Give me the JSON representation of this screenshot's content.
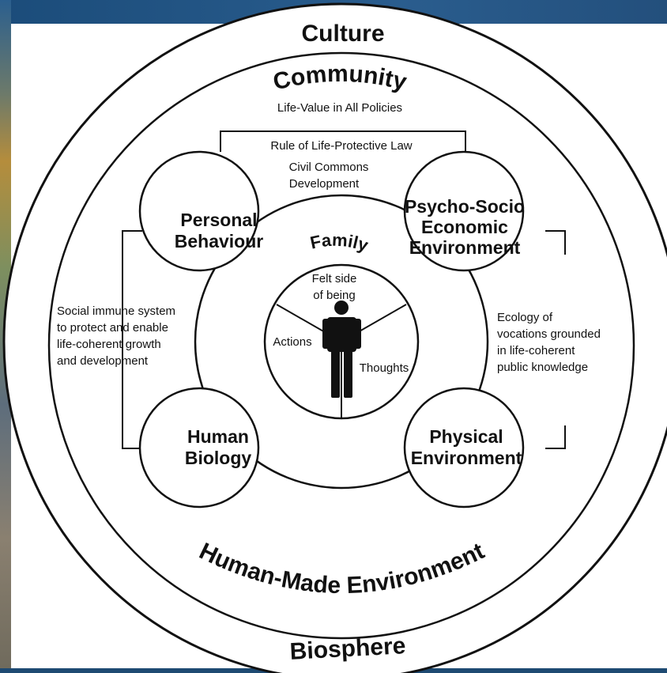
{
  "rings": {
    "culture": "Culture",
    "community": "Community",
    "community_subtitle": "Life-Value in All Policies",
    "human_made": "Human-Made Environment",
    "biosphere": "Biosphere",
    "family": "Family"
  },
  "circles": {
    "personal_line1": "Personal",
    "personal_line2": "Behaviour",
    "psycho_line1": "Psycho-Socio",
    "psycho_line2": "Economic",
    "psycho_line3": "Environment",
    "human_line1": "Human",
    "human_line2": "Biology",
    "physical_line1": "Physical",
    "physical_line2": "Environment"
  },
  "center": {
    "felt_line1": "Felt side",
    "felt_line2": "of being",
    "actions": "Actions",
    "thoughts": "Thoughts"
  },
  "annotations": {
    "rule_of_law": "Rule of Life-Protective Law",
    "civil_line1": "Civil Commons",
    "civil_line2": "Development",
    "social_line1": "Social immune system",
    "social_line2": "to protect and enable",
    "social_line3": "life-coherent growth",
    "social_line4": "and development",
    "ecology_line1": "Ecology of",
    "ecology_line2": "vocations grounded",
    "ecology_line3": "in life-coherent",
    "ecology_line4": "public knowledge"
  },
  "colors": {
    "line": "#111111",
    "background": "#ffffff",
    "photo_frame": "#1e4a72"
  }
}
